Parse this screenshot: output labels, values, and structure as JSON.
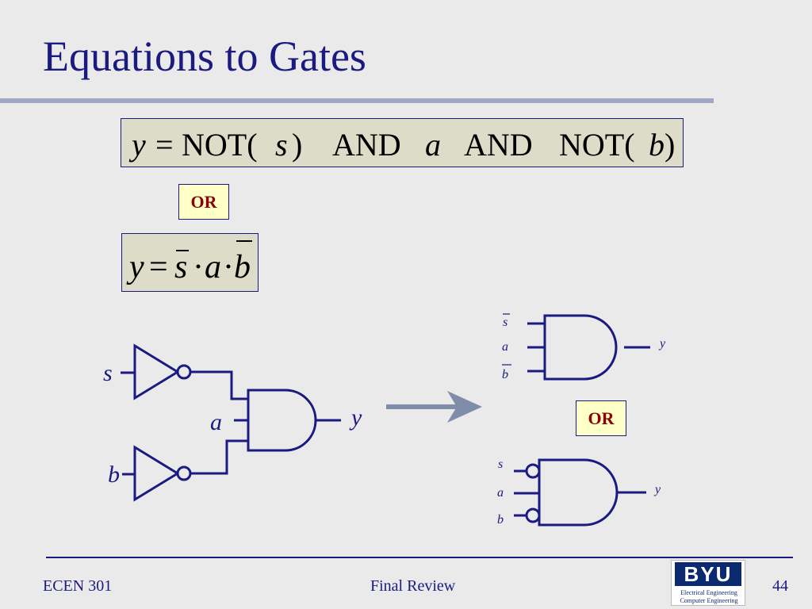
{
  "slide": {
    "title": "Equations to Gates",
    "or_label": "OR",
    "equation1": {
      "y": "y",
      "eq": "=",
      "not1": "NOT(",
      "s": "s",
      "close1": ")",
      "and1": "AND",
      "a": "a",
      "and2": "AND",
      "not2": "NOT(",
      "b": "b",
      "close2": ")"
    },
    "equation2": {
      "y": "y",
      "eq": "=",
      "s": "s",
      "dot": "·",
      "a": "a",
      "b": "b"
    },
    "circuit_left": {
      "input_s": "s",
      "input_a": "a",
      "input_b": "b",
      "output": "y"
    },
    "circuit_right_top": {
      "input_s": "s",
      "input_a": "a",
      "input_b": "b",
      "output": "y"
    },
    "circuit_right_bottom": {
      "input_s": "s",
      "input_a": "a",
      "input_b": "b",
      "output": "y"
    }
  },
  "footer": {
    "course": "ECEN 301",
    "center": "Final Review",
    "page": "44",
    "logo_word": "BYU",
    "logo_line1": "Electrical Engineering",
    "logo_line2": "Computer Engineering"
  },
  "colors": {
    "background": "#eaeaea",
    "title": "#1a1a80",
    "rule": "#9fa7c4",
    "equation_box": "#dcdcc8",
    "or_box": "#ffffc8",
    "or_text": "#8b0000",
    "wire": "#1a1a80",
    "arrow": "#7f8caa"
  }
}
